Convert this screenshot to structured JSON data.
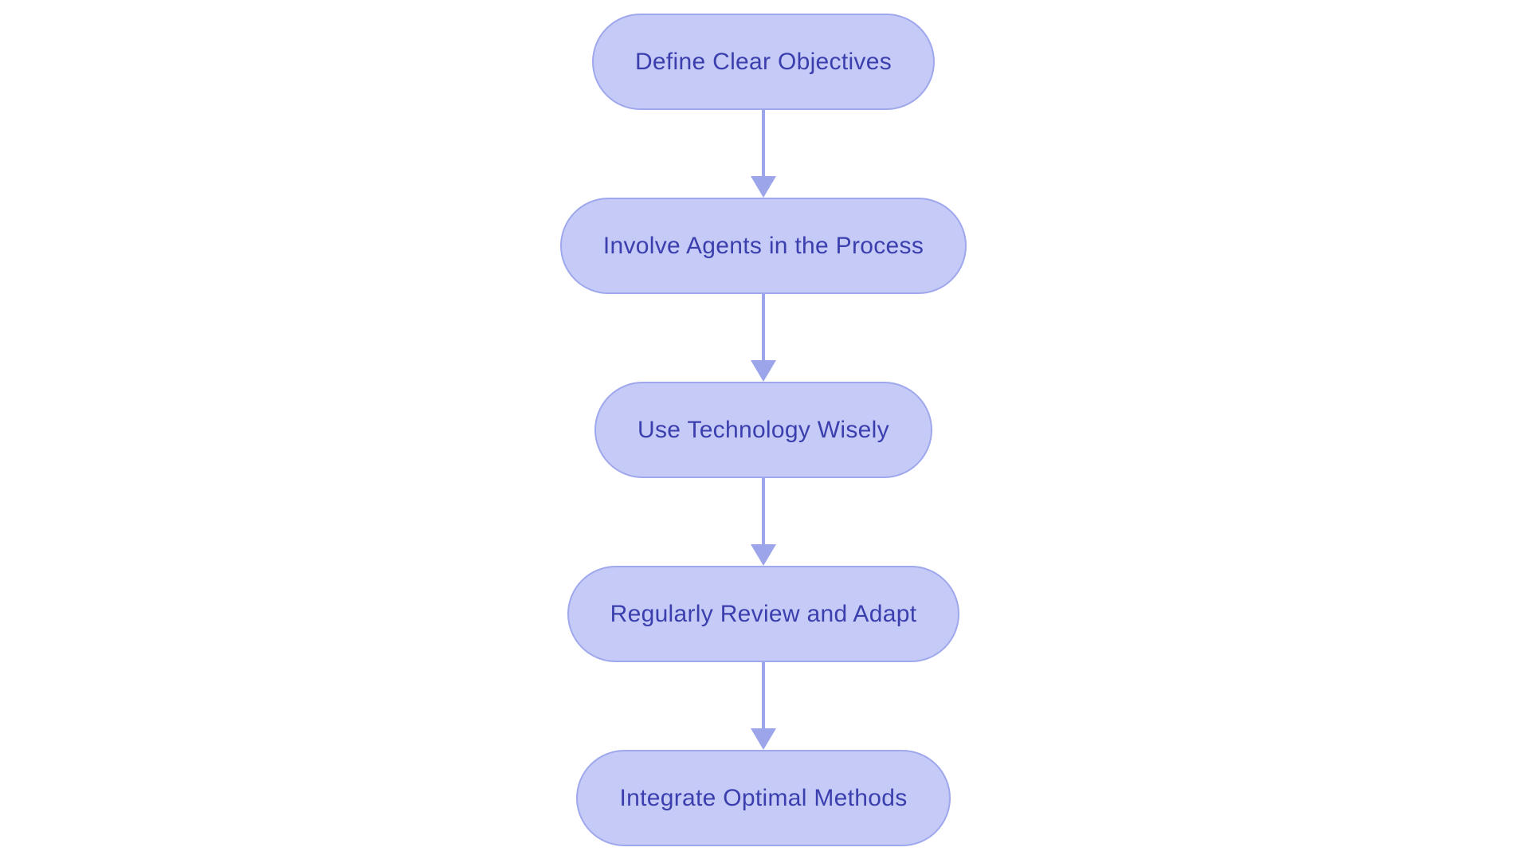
{
  "diagram": {
    "type": "flowchart",
    "direction": "top-down",
    "background_color": "#ffffff",
    "colors": {
      "node_fill": "#c5caf7",
      "node_border": "#9fa8ec",
      "node_text": "#3b3fae",
      "arrow": "#9ca5ea"
    },
    "nodes": [
      {
        "id": "node-1",
        "label": "Define Clear Objectives"
      },
      {
        "id": "node-2",
        "label": "Involve Agents in the Process"
      },
      {
        "id": "node-3",
        "label": "Use Technology Wisely"
      },
      {
        "id": "node-4",
        "label": "Regularly Review and Adapt"
      },
      {
        "id": "node-5",
        "label": "Integrate Optimal Methods"
      }
    ],
    "connections": [
      {
        "from": "node-1",
        "to": "node-2"
      },
      {
        "from": "node-2",
        "to": "node-3"
      },
      {
        "from": "node-3",
        "to": "node-4"
      },
      {
        "from": "node-4",
        "to": "node-5"
      }
    ]
  }
}
